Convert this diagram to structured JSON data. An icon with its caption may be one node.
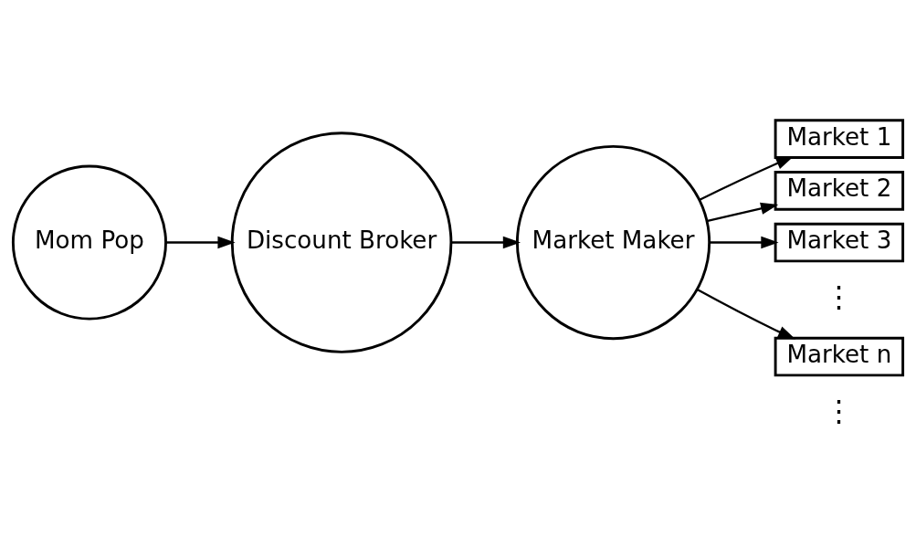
{
  "diagram": {
    "nodes": [
      {
        "text": [
          "Mom Pop"
        ]
      },
      {
        "text": [
          "Discount Broker"
        ]
      },
      {
        "text": [
          "Market Maker"
        ]
      },
      {
        "text": [
          "Market 1"
        ]
      },
      {
        "text": [
          "Market 2"
        ]
      },
      {
        "text": [
          "Market 3"
        ]
      },
      {
        "text": [
          "Market n"
        ]
      }
    ],
    "edges": [
      {
        "from": 0,
        "to": 1,
        "arrow": "to"
      },
      {
        "from": 1,
        "to": 2,
        "arrow": "to"
      },
      {
        "from": 2,
        "to": 3,
        "arrow": "to"
      },
      {
        "from": 2,
        "to": 4,
        "arrow": "to"
      },
      {
        "from": 2,
        "to": 5,
        "arrow": "to"
      },
      {
        "from": 2,
        "to": 6,
        "arrow": "to"
      }
    ],
    "labels": [
      "⋮",
      "⋮"
    ]
  }
}
